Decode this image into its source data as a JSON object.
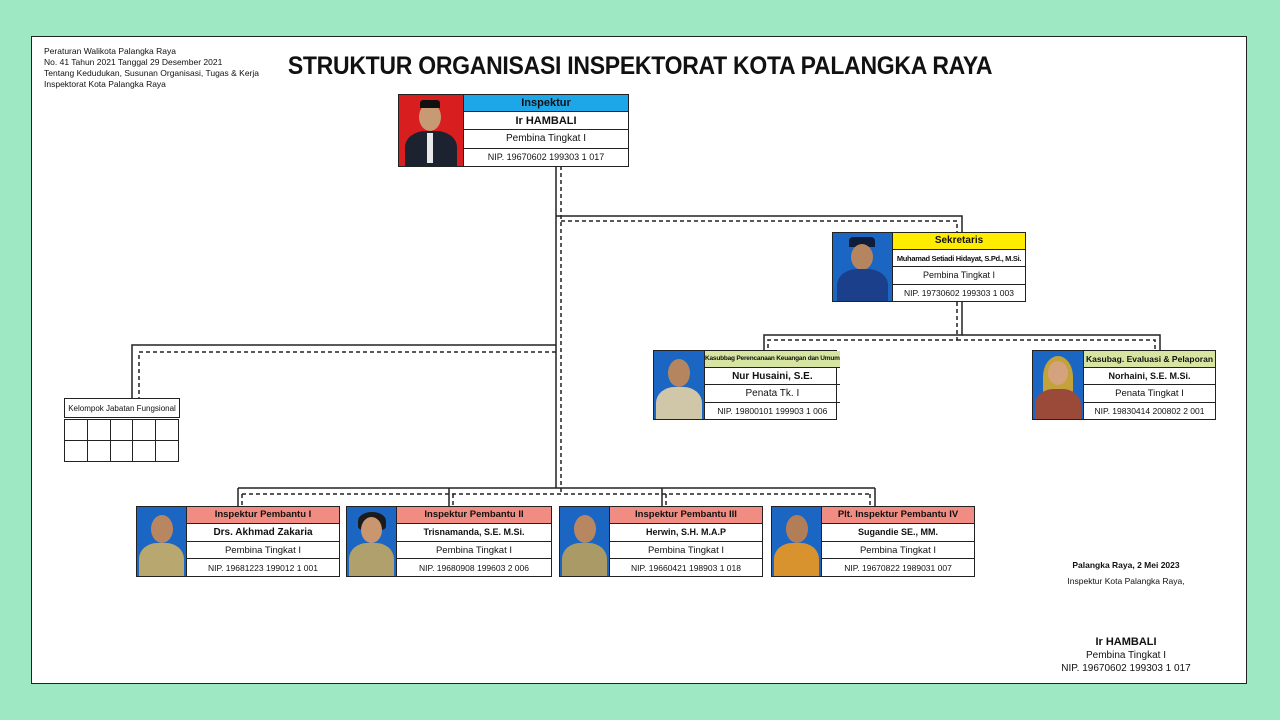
{
  "regulation": [
    "Peraturan Walikota Palangka Raya",
    "No. 41 Tahun 2021 Tanggal 29 Desember 2021",
    "Tentang Kedudukan, Susunan Organisasi, Tugas & Kerja",
    "Inspektorat Kota Palangka Raya"
  ],
  "title": "STRUKTUR ORGANISASI INSPEKTORAT KOTA PALANGKA RAYA",
  "colors": {
    "inspektur": "#1ea7e8",
    "sekretaris": "#ffec00",
    "kasubbag": "#d6e6a2",
    "pembantu": "#f08c82",
    "photo_red": "#d81e1e",
    "photo_blue": "#1a66c2"
  },
  "inspektur": {
    "role": "Inspektur",
    "name": "Ir HAMBALI",
    "rank": "Pembina Tingkat I",
    "nip": "NIP. 19670602 199303 1 017"
  },
  "sekretaris": {
    "role": "Sekretaris",
    "name": "Muhamad Setiadi Hidayat, S.Pd., M.Si.",
    "rank": "Pembina Tingkat I",
    "nip": "NIP. 19730602 199303 1 003"
  },
  "kasubbag": [
    {
      "role": "Kasubbag Perencanaan Keuangan dan Umum",
      "name": "Nur Husaini, S.E.",
      "rank": "Penata Tk. I",
      "nip": "NIP. 19800101 199903 1 006"
    },
    {
      "role": "Kasubag. Evaluasi & Pelaporan",
      "name": "Norhaini, S.E. M.Si.",
      "rank": "Penata Tingkat I",
      "nip": "NIP. 19830414 200802 2 001"
    }
  ],
  "fungsional_label": "Kelompok Jabatan Fungsional",
  "pembantu": [
    {
      "role": "Inspektur Pembantu I",
      "name": "Drs. Akhmad Zakaria",
      "rank": "Pembina Tingkat I",
      "nip": "NIP. 19681223 199012 1 001"
    },
    {
      "role": "Inspektur Pembantu II",
      "name": "Trisnamanda, S.E. M.Si.",
      "rank": "Pembina Tingkat I",
      "nip": "NIP. 19680908 199603 2 006"
    },
    {
      "role": "Inspektur Pembantu III",
      "name": "Herwin, S.H. M.A.P",
      "rank": "Pembina Tingkat I",
      "nip": "NIP. 19660421 198903 1 018"
    },
    {
      "role": "Plt. Inspektur Pembantu IV",
      "name": "Sugandie SE., MM.",
      "rank": "Pembina Tingkat I",
      "nip": "NIP. 19670822 1989031 007"
    }
  ],
  "signature": {
    "place_date": "Palangka Raya, 2 Mei 2023",
    "office": "Inspektur Kota Palangka Raya,",
    "name": "Ir HAMBALI",
    "rank": "Pembina Tingkat I",
    "nip": "NIP. 19670602 199303 1 017"
  }
}
